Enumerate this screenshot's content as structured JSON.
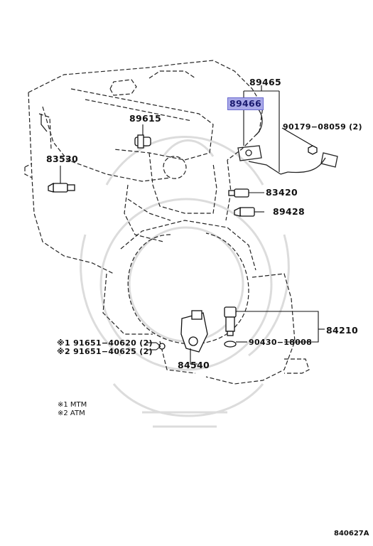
{
  "parts": {
    "p89465": "89465",
    "p89466": "89466",
    "p89615": "89615",
    "p90179": "90179−08059 (2)",
    "p83530": "83530",
    "p83420": "83420",
    "p89428": "89428",
    "p84210": "84210",
    "p90430": "90430−18008",
    "p91651_1": "※1 91651−40620 (2)",
    "p91651_2": "※2 91651−40625 (2)",
    "p84540": "84540"
  },
  "notes": {
    "n1": "※1 MTM",
    "n2": "※2 ATM"
  },
  "diagram_code": "840627A",
  "colors": {
    "highlight_fill": "#a9a9e8",
    "line": "#111111",
    "watermark": "#d8d8d8"
  }
}
